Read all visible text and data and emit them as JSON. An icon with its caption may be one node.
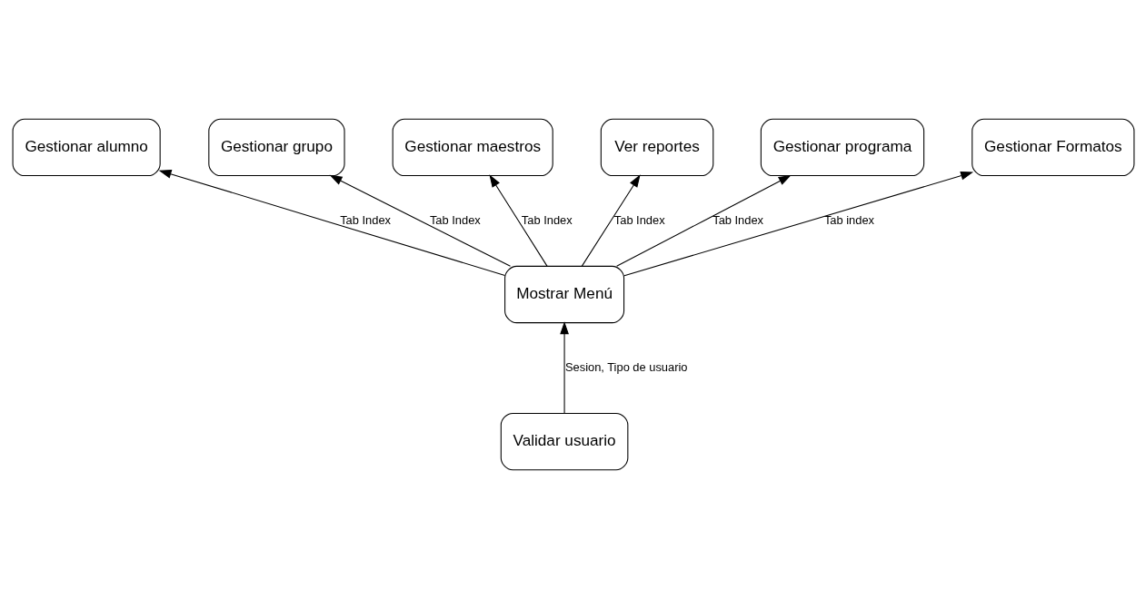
{
  "diagram": {
    "nodes": [
      {
        "text": [
          "Gestionar alumno"
        ]
      },
      {
        "text": [
          "Gestionar grupo"
        ]
      },
      {
        "text": [
          "Gestionar maestros"
        ]
      },
      {
        "text": [
          "Ver reportes"
        ]
      },
      {
        "text": [
          "Gestionar programa"
        ]
      },
      {
        "text": [
          "Gestionar Formatos"
        ]
      },
      {
        "text": [
          "Mostrar Menú"
        ]
      },
      {
        "text": [
          "Validar usuario"
        ]
      }
    ],
    "edges": [
      {
        "from": 6,
        "to": 0,
        "arrow": "to",
        "label": "Tab Index"
      },
      {
        "from": 6,
        "to": 1,
        "arrow": "to",
        "label": "Tab Index"
      },
      {
        "from": 6,
        "to": 2,
        "arrow": "to",
        "label": "Tab Index"
      },
      {
        "from": 6,
        "to": 3,
        "arrow": "to",
        "label": "Tab Index"
      },
      {
        "from": 6,
        "to": 4,
        "arrow": "to",
        "label": "Tab Index"
      },
      {
        "from": 6,
        "to": 5,
        "arrow": "to",
        "label": "Tab index"
      },
      {
        "from": 7,
        "to": 6,
        "arrow": "to",
        "label": "Sesion, Tipo de usuario"
      }
    ]
  }
}
